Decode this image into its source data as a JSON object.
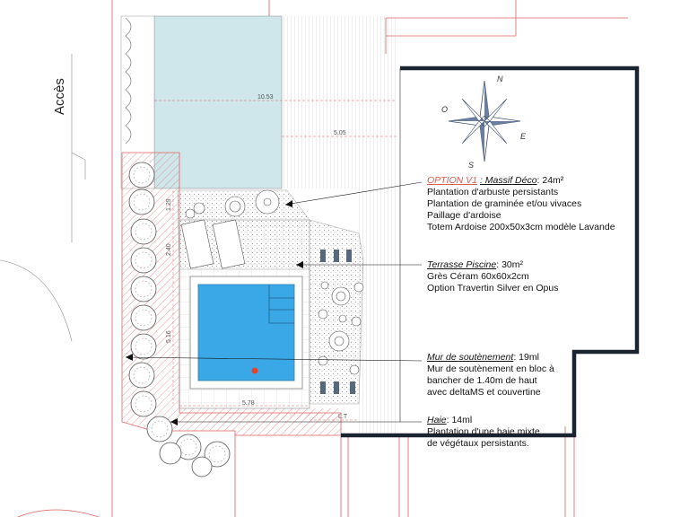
{
  "access_label": "Accès",
  "compass": {
    "north": "N",
    "south": "S",
    "east": "E",
    "west": "O"
  },
  "dimensions": {
    "top_width": "10.53",
    "right_width": "5.05",
    "side_a": "1.29",
    "side_b": "2.40",
    "pool_height": "5.16",
    "pool_width": "5.78",
    "wall_mark": "L.T"
  },
  "annotations": {
    "massif": {
      "title": "OPTION V1",
      "subtitle": ": Massif Déco",
      "area": ": 24m²",
      "lines": [
        "Plantation d'arbuste persistants",
        "Plantation de graminée et/ou vivaces",
        "Paillage d'ardoise",
        "Totem Ardoise 200x50x3cm modèle Lavande"
      ]
    },
    "terrasse": {
      "title": "Terrasse Piscine",
      "area": ": 30m²",
      "lines": [
        "Grès Céram 60x60x2cm",
        "Option Travertin Silver en Opus"
      ]
    },
    "mur": {
      "title": "Mur de soutènement",
      "area": ": 19ml",
      "lines": [
        "Mur de soutènement en bloc à",
        "bancher de 1.40m de haut",
        "avec deltaMS et couvertine"
      ]
    },
    "haie": {
      "title": "Haie",
      "area": ": 14ml",
      "lines": [
        "Plantation d'une haie mixte",
        "de végétaux persistants."
      ]
    }
  },
  "colors": {
    "pool_water": "#3aa8e6",
    "existing_pool_area": "#cfe6ea",
    "red_lines": "#e06060",
    "building_outline": "#1a2330",
    "option_title": "#e05a4a",
    "pool_dot": "#e8412a"
  }
}
